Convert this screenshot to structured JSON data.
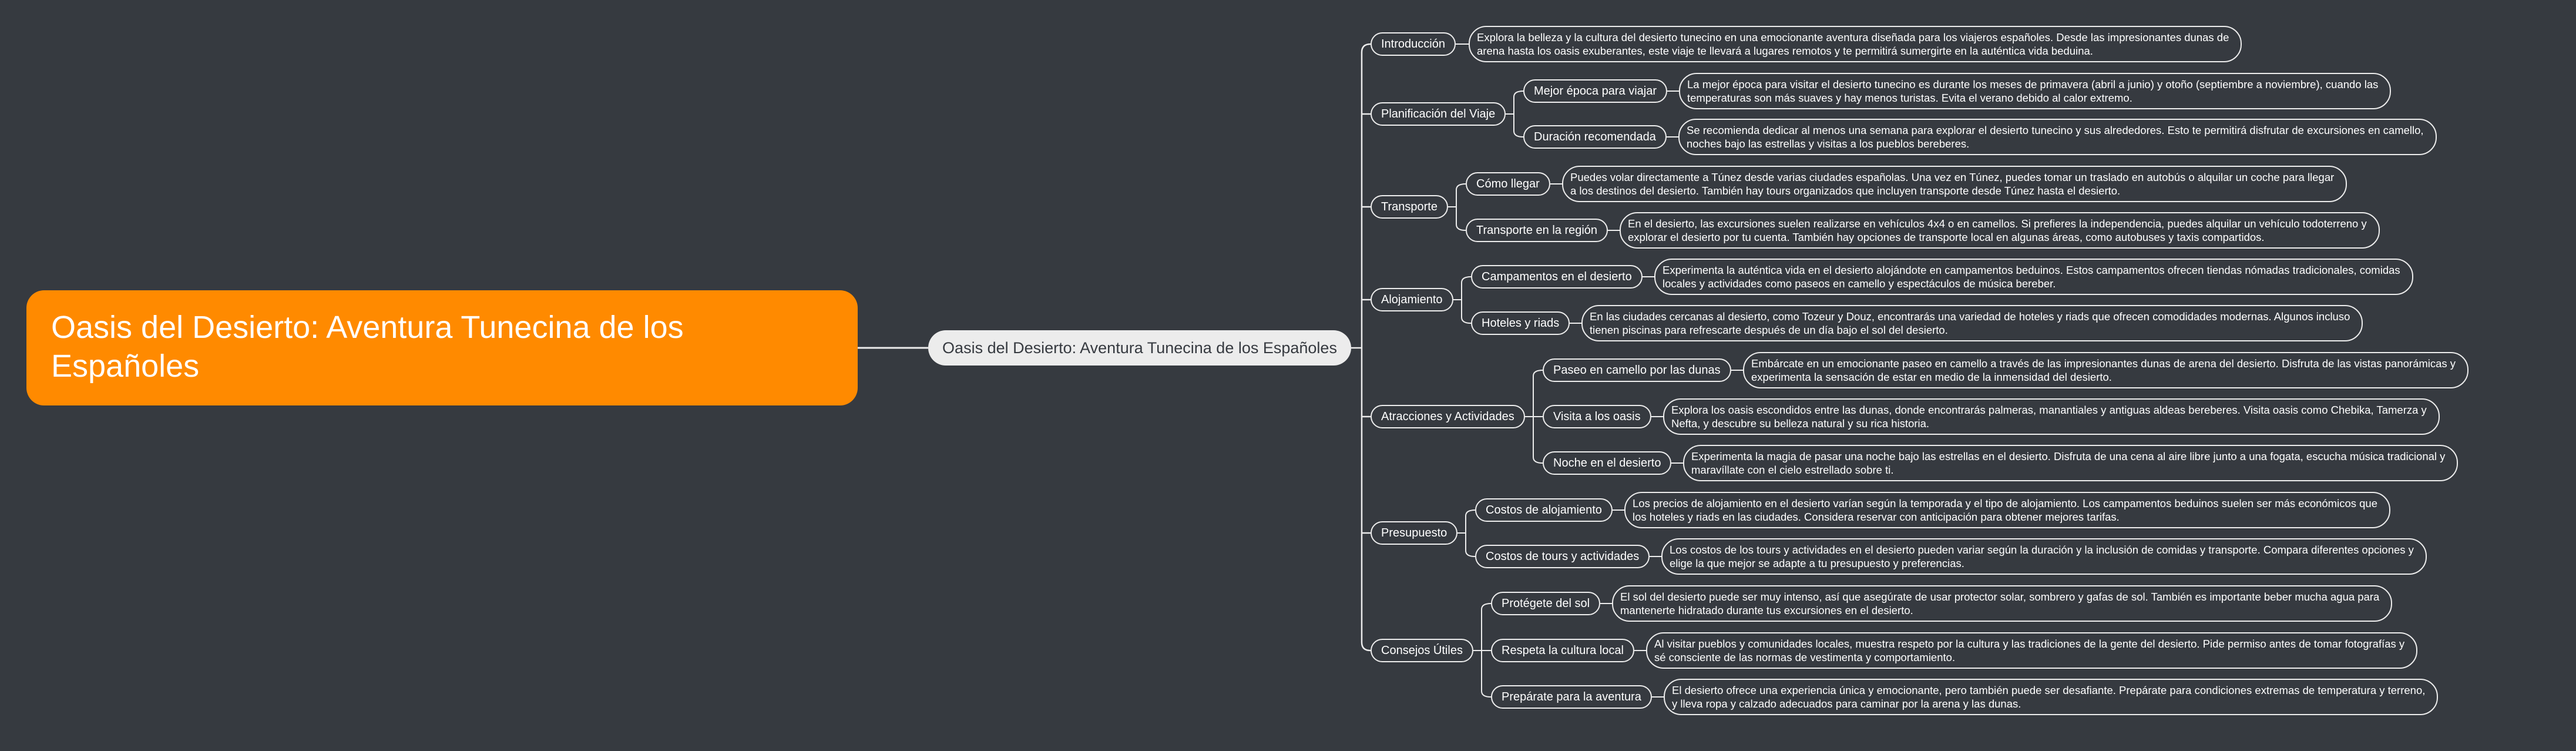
{
  "root": {
    "title_line1": "Oasis del Desierto: Aventura Tunecina de los",
    "title_line2": "Españoles"
  },
  "central": {
    "label": "Oasis del Desierto: Aventura Tunecina de los Españoles"
  },
  "colors": {
    "background": "#363a40",
    "root": "#ff8a00",
    "central": "#ececec",
    "line": "#ececec"
  },
  "topics": [
    {
      "label": "Introducción",
      "desc": [
        "Explora la belleza y la cultura del desierto tunecino en una emocionante aventura diseñada para los viajeros españoles. Desde las impresionantes dunas de",
        "arena hasta los oasis exuberantes, este viaje te llevará a lugares remotos y te permitirá sumergirte en la auténtica vida beduina."
      ]
    },
    {
      "label": "Planificación del Viaje",
      "children": [
        {
          "label": "Mejor época para viajar",
          "desc": [
            "La mejor época para visitar el desierto tunecino es durante los meses de primavera (abril a junio) y otoño (septiembre a noviembre), cuando las",
            "temperaturas son más suaves y hay menos turistas. Evita el verano debido al calor extremo."
          ]
        },
        {
          "label": "Duración recomendada",
          "desc": [
            "Se recomienda dedicar al menos una semana para explorar el desierto tunecino y sus alrededores. Esto te permitirá disfrutar de excursiones en camello,",
            "noches bajo las estrellas y visitas a los pueblos bereberes."
          ]
        }
      ]
    },
    {
      "label": "Transporte",
      "children": [
        {
          "label": "Cómo llegar",
          "desc": [
            "Puedes volar directamente a Túnez desde varias ciudades españolas. Una vez en Túnez, puedes tomar un traslado en autobús o alquilar un coche para llegar",
            "a los destinos del desierto. También hay tours organizados que incluyen transporte desde Túnez hasta el desierto."
          ]
        },
        {
          "label": "Transporte en la región",
          "desc": [
            "En el desierto, las excursiones suelen realizarse en vehículos 4x4 o en camellos. Si prefieres la independencia, puedes alquilar un vehículo todoterreno y",
            "explorar el desierto por tu cuenta. También hay opciones de transporte local en algunas áreas, como autobuses y taxis compartidos."
          ]
        }
      ]
    },
    {
      "label": "Alojamiento",
      "children": [
        {
          "label": "Campamentos en el desierto",
          "desc": [
            "Experimenta la auténtica vida en el desierto alojándote en campamentos beduinos. Estos campamentos ofrecen tiendas nómadas tradicionales, comidas",
            "locales y actividades como paseos en camello y espectáculos de música bereber."
          ]
        },
        {
          "label": "Hoteles y riads",
          "desc": [
            "En las ciudades cercanas al desierto, como Tozeur y Douz, encontrarás una variedad de hoteles y riads que ofrecen comodidades modernas. Algunos incluso",
            "tienen piscinas para refrescarte después de un día bajo el sol del desierto."
          ]
        }
      ]
    },
    {
      "label": "Atracciones y Actividades",
      "children": [
        {
          "label": "Paseo en camello por las dunas",
          "desc": [
            "Embárcate en un emocionante paseo en camello a través de las impresionantes dunas de arena del desierto. Disfruta de las vistas panorámicas y",
            "experimenta la sensación de estar en medio de la inmensidad del desierto."
          ]
        },
        {
          "label": "Visita a los oasis",
          "desc": [
            "Explora los oasis escondidos entre las dunas, donde encontrarás palmeras, manantiales y antiguas aldeas bereberes. Visita oasis como Chebika, Tamerza y",
            "Nefta, y descubre su belleza natural y su rica historia."
          ]
        },
        {
          "label": "Noche en el desierto",
          "desc": [
            "Experimenta la magia de pasar una noche bajo las estrellas en el desierto. Disfruta de una cena al aire libre junto a una fogata, escucha música tradicional y",
            "maravíllate con el cielo estrellado sobre ti."
          ]
        }
      ]
    },
    {
      "label": "Presupuesto",
      "children": [
        {
          "label": "Costos de alojamiento",
          "desc": [
            "Los precios de alojamiento en el desierto varían según la temporada y el tipo de alojamiento. Los campamentos beduinos suelen ser más económicos que",
            "los hoteles y riads en las ciudades. Considera reservar con anticipación para obtener mejores tarifas."
          ]
        },
        {
          "label": "Costos de tours y actividades",
          "desc": [
            "Los costos de los tours y actividades en el desierto pueden variar según la duración y la inclusión de comidas y transporte. Compara diferentes opciones y",
            "elige la que mejor se adapte a tu presupuesto y preferencias."
          ]
        }
      ]
    },
    {
      "label": "Consejos Útiles",
      "children": [
        {
          "label": "Protégete del sol",
          "desc": [
            "El sol del desierto puede ser muy intenso, así que asegúrate de usar protector solar, sombrero y gafas de sol. También es importante beber mucha agua para",
            "mantenerte hidratado durante tus excursiones en el desierto."
          ]
        },
        {
          "label": "Respeta la cultura local",
          "desc": [
            "Al visitar pueblos y comunidades locales, muestra respeto por la cultura y las tradiciones de la gente del desierto. Pide permiso antes de tomar fotografías y",
            "sé consciente de las normas de vestimenta y comportamiento."
          ]
        },
        {
          "label": "Prepárate para la aventura",
          "desc": [
            "El desierto ofrece una experiencia única y emocionante, pero también puede ser desafiante. Prepárate para condiciones extremas de temperatura y terreno,",
            "y lleva ropa y calzado adecuados para caminar por la arena y las dunas."
          ]
        }
      ]
    }
  ]
}
